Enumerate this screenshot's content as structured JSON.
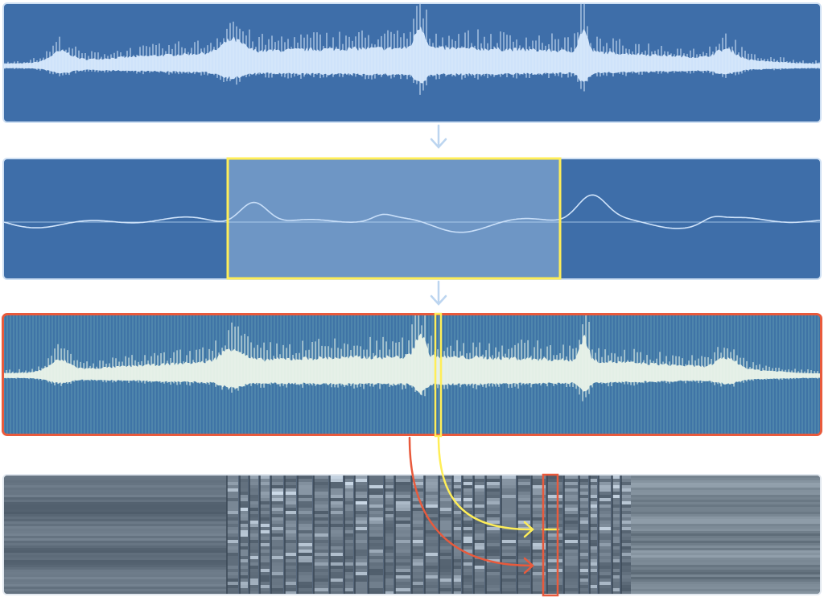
{
  "colors": {
    "panel_blue": "#3e6ea9",
    "waveform_light": "#cfe3fa",
    "selection_yellow": "#ffee58",
    "highlight_red": "#e85a3c",
    "arrow_light_blue": "#bcd5f0",
    "spectrogram_slate": "#56677b",
    "grid_teal": "#6aa2b4",
    "waveform_mint": "#e3efe6"
  },
  "diagram": {
    "panels": [
      {
        "id": "overview-waveform",
        "kind": "waveform"
      },
      {
        "id": "zoomed-window",
        "kind": "zoomed-waveform",
        "selection": true
      },
      {
        "id": "framed-waveform",
        "kind": "framed-waveform",
        "highlight": "red"
      },
      {
        "id": "spectrogram",
        "kind": "spectrogram"
      }
    ],
    "connectors": [
      {
        "from": "overview-waveform",
        "to": "zoomed-window",
        "style": "down-arrow"
      },
      {
        "from": "zoomed-window",
        "to": "framed-waveform",
        "style": "down-arrow"
      },
      {
        "from": "framed-waveform",
        "to": "spectrogram",
        "style": "curved-arrow",
        "color": "yellow"
      },
      {
        "from": "framed-waveform",
        "to": "spectrogram",
        "style": "curved-arrow",
        "color": "red"
      }
    ]
  }
}
